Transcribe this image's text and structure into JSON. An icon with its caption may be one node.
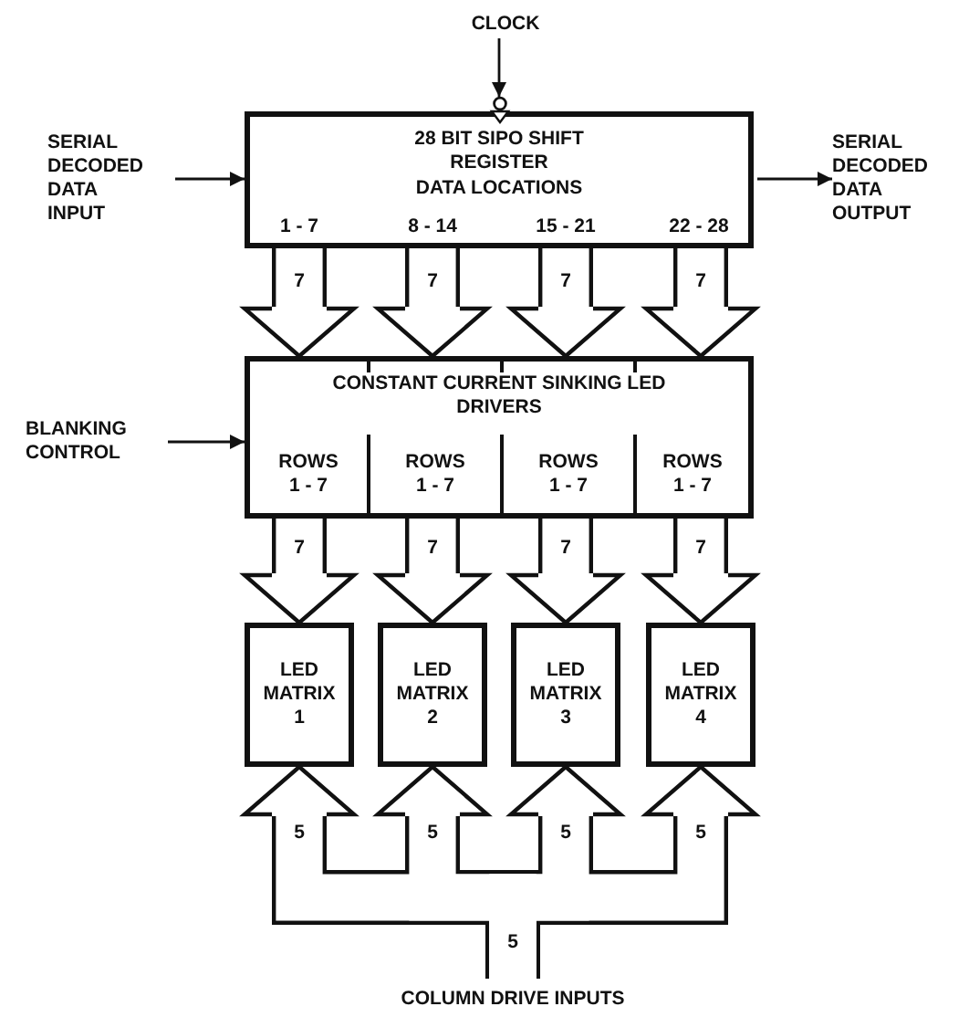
{
  "diagram": {
    "nodes": [
      {
        "text": [
          "CLOCK"
        ]
      },
      {
        "text": [
          "28 BIT SIPO SHIFT REGISTER",
          "DATA LOCATIONS",
          "1 - 7",
          "8 - 14",
          "15 - 21",
          "22 - 28"
        ]
      },
      {
        "text": [
          "SERIAL DECODED DATA INPUT"
        ]
      },
      {
        "text": [
          "SERIAL DECODED DATA OUTPUT"
        ]
      },
      {
        "text": [
          "CONSTANT CURRENT SINKING LED DRIVERS"
        ]
      },
      {
        "text": [
          "ROWS 1 - 7"
        ],
        "in": 4
      },
      {
        "text": [
          "ROWS 1 - 7"
        ],
        "in": 4
      },
      {
        "text": [
          "ROWS 1 - 7"
        ],
        "in": 4
      },
      {
        "text": [
          "ROWS 1 - 7"
        ],
        "in": 4
      },
      {
        "text": [
          "BLANKING CONTROL"
        ]
      },
      {
        "text": [
          "LED MATRIX 1"
        ]
      },
      {
        "text": [
          "LED MATRIX 2"
        ]
      },
      {
        "text": [
          "LED MATRIX 3"
        ]
      },
      {
        "text": [
          "LED MATRIX 4"
        ]
      },
      {
        "text": [
          "COLUMN DRIVE INPUTS"
        ]
      }
    ],
    "edges": [
      {
        "from": 0,
        "to": 1,
        "arrow": "to"
      },
      {
        "from": 2,
        "to": 1,
        "arrow": "to"
      },
      {
        "from": 1,
        "to": 3,
        "arrow": "to"
      },
      {
        "from": 1,
        "to": 4,
        "arrow": "to",
        "label": "7"
      },
      {
        "from": 1,
        "to": 4,
        "arrow": "to",
        "label": "7"
      },
      {
        "from": 1,
        "to": 4,
        "arrow": "to",
        "label": "7"
      },
      {
        "from": 1,
        "to": 4,
        "arrow": "to",
        "label": "7"
      },
      {
        "from": 9,
        "to": 4,
        "arrow": "to"
      },
      {
        "from": 5,
        "to": 10,
        "arrow": "to",
        "label": "7"
      },
      {
        "from": 6,
        "to": 11,
        "arrow": "to",
        "label": "7"
      },
      {
        "from": 7,
        "to": 12,
        "arrow": "to",
        "label": "7"
      },
      {
        "from": 8,
        "to": 13,
        "arrow": "to",
        "label": "7"
      },
      {
        "from": 14,
        "to": 10,
        "arrow": "to",
        "label": "5"
      },
      {
        "from": 14,
        "to": 11,
        "arrow": "to",
        "label": "5"
      },
      {
        "from": 14,
        "to": 12,
        "arrow": "to",
        "label": "5"
      },
      {
        "from": 14,
        "to": 13,
        "arrow": "to",
        "label": "5"
      }
    ],
    "labels": [
      "5"
    ]
  }
}
